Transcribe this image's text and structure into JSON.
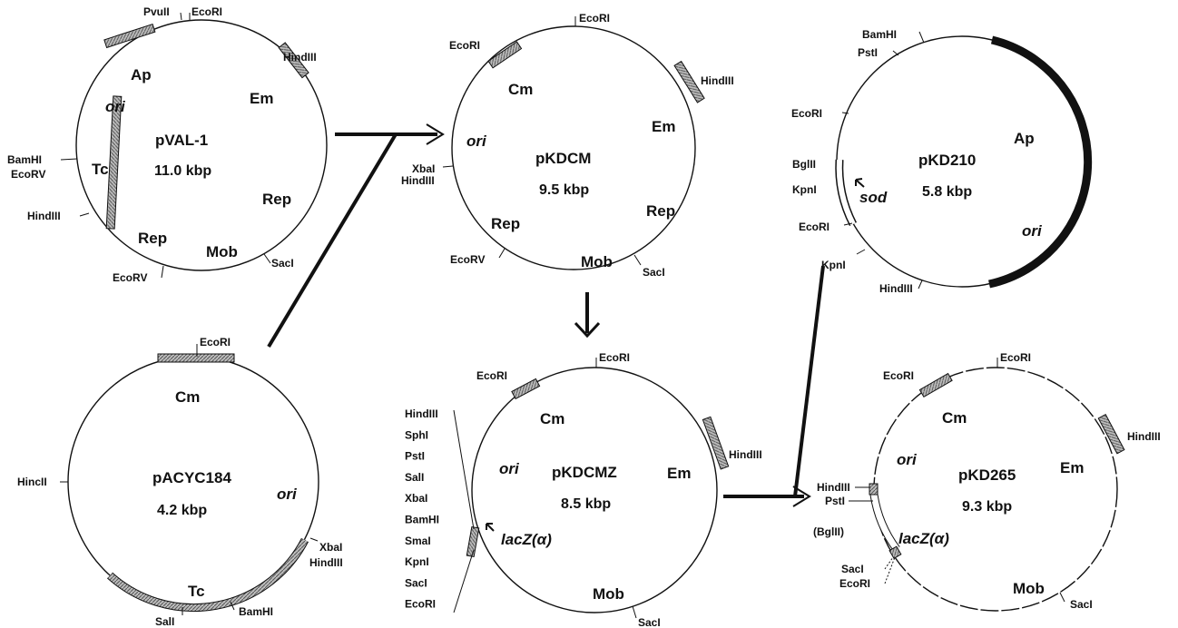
{
  "plasmids": {
    "pval1": {
      "name": "pVAL-1",
      "size": "11.0 kbp",
      "genes": {
        "ap": "Ap",
        "em": "Em",
        "ori": "ori",
        "tc": "Tc",
        "rep1": "Rep",
        "rep2": "Rep",
        "mob": "Mob"
      },
      "sites": {
        "pvuii": "PvuII",
        "ecori": "EcoRI",
        "hindiii_top": "HindIII",
        "bamhi": "BamHI",
        "ecorv_left": "EcoRV",
        "hindiii_left": "HindIII",
        "ecorv_bottom": "EcoRV",
        "saci": "SacI"
      }
    },
    "pkdcm": {
      "name": "pKDCM",
      "size": "9.5 kbp",
      "genes": {
        "cm": "Cm",
        "ori": "ori",
        "em": "Em",
        "rep1": "Rep",
        "rep2": "Rep",
        "mob": "Mob"
      },
      "sites": {
        "ecori_top": "EcoRI",
        "ecori_left": "EcoRI",
        "hindiii_right": "HindIII",
        "xbai": "XbaI",
        "hindiii_left": "HindIII",
        "ecorv": "EcoRV",
        "saci": "SacI"
      }
    },
    "pkd210": {
      "name": "pKD210",
      "size": "5.8 kbp",
      "genes": {
        "ap": "Ap",
        "ori": "ori",
        "sod": "sod"
      },
      "sites": {
        "bamhi": "BamHI",
        "psti": "PstI",
        "ecori_upper": "EcoRI",
        "bglii": "BglII",
        "kpni_upper": "KpnI",
        "ecori_lower": "EcoRI",
        "kpni_lower": "KpnI",
        "hindiii": "HindIII"
      }
    },
    "pacyc184": {
      "name": "pACYC184",
      "size": "4.2 kbp",
      "genes": {
        "cm": "Cm",
        "ori": "ori",
        "tc": "Tc"
      },
      "sites": {
        "ecori": "EcoRI",
        "hincii": "HincII",
        "xbai": "XbaI",
        "hindiii": "HindIII",
        "bamhi": "BamHI",
        "sali": "SalI"
      }
    },
    "pkdcmz": {
      "name": "pKDCMZ",
      "size": "8.5 kbp",
      "genes": {
        "cm": "Cm",
        "ori": "ori",
        "em": "Em",
        "lacz": "lacZ(α)",
        "mob": "Mob"
      },
      "sites": {
        "ecori_top": "EcoRI",
        "ecori_left": "EcoRI",
        "hindiii_right": "HindIII",
        "saci": "SacI"
      },
      "mcs": [
        "HindIII",
        "SphI",
        "PstI",
        "SalI",
        "XbaI",
        "BamHI",
        "SmaI",
        "KpnI",
        "SacI",
        "EcoRI"
      ]
    },
    "pkd265": {
      "name": "pKD265",
      "size": "9.3 kbp",
      "genes": {
        "cm": "Cm",
        "ori": "ori",
        "em": "Em",
        "lacz": "lacZ(α)",
        "mob": "Mob"
      },
      "sites": {
        "ecori_top": "EcoRI",
        "ecori_left": "EcoRI",
        "hindiii_right": "HindIII",
        "hindiii_left": "HindIII",
        "psti": "PstI",
        "bglii": "(BglII)",
        "saci_left": "SacI",
        "ecori_lower": "EcoRI",
        "saci_bottom": "SacI"
      }
    }
  },
  "colors": {
    "ink": "#111111",
    "hatch": "#888888",
    "background": "#ffffff"
  }
}
